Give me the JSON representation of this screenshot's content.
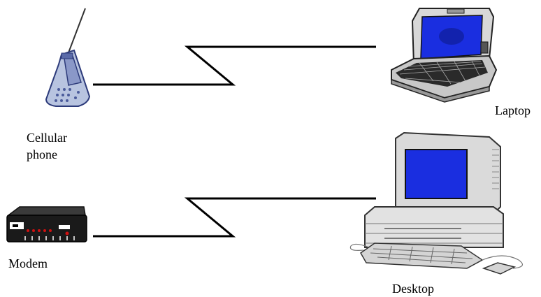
{
  "labels": {
    "cellular_phone_line1": "Cellular",
    "cellular_phone_line2": "phone",
    "laptop": "Laptop",
    "modem": "Modem",
    "desktop": "Desktop"
  },
  "devices": [
    {
      "id": "cellular-phone",
      "icon": "cellular-phone-icon"
    },
    {
      "id": "laptop",
      "icon": "laptop-icon"
    },
    {
      "id": "modem",
      "icon": "modem-icon"
    },
    {
      "id": "desktop",
      "icon": "desktop-computer-icon"
    }
  ],
  "connections": [
    {
      "from": "cellular-phone",
      "to": "laptop",
      "style": "zigzag"
    },
    {
      "from": "modem",
      "to": "desktop",
      "style": "zigzag"
    }
  ],
  "colors": {
    "line": "#000000",
    "screen": "#1a2ee0",
    "device_body": "#d8d8d8",
    "phone_body": "#b8c4e0"
  }
}
